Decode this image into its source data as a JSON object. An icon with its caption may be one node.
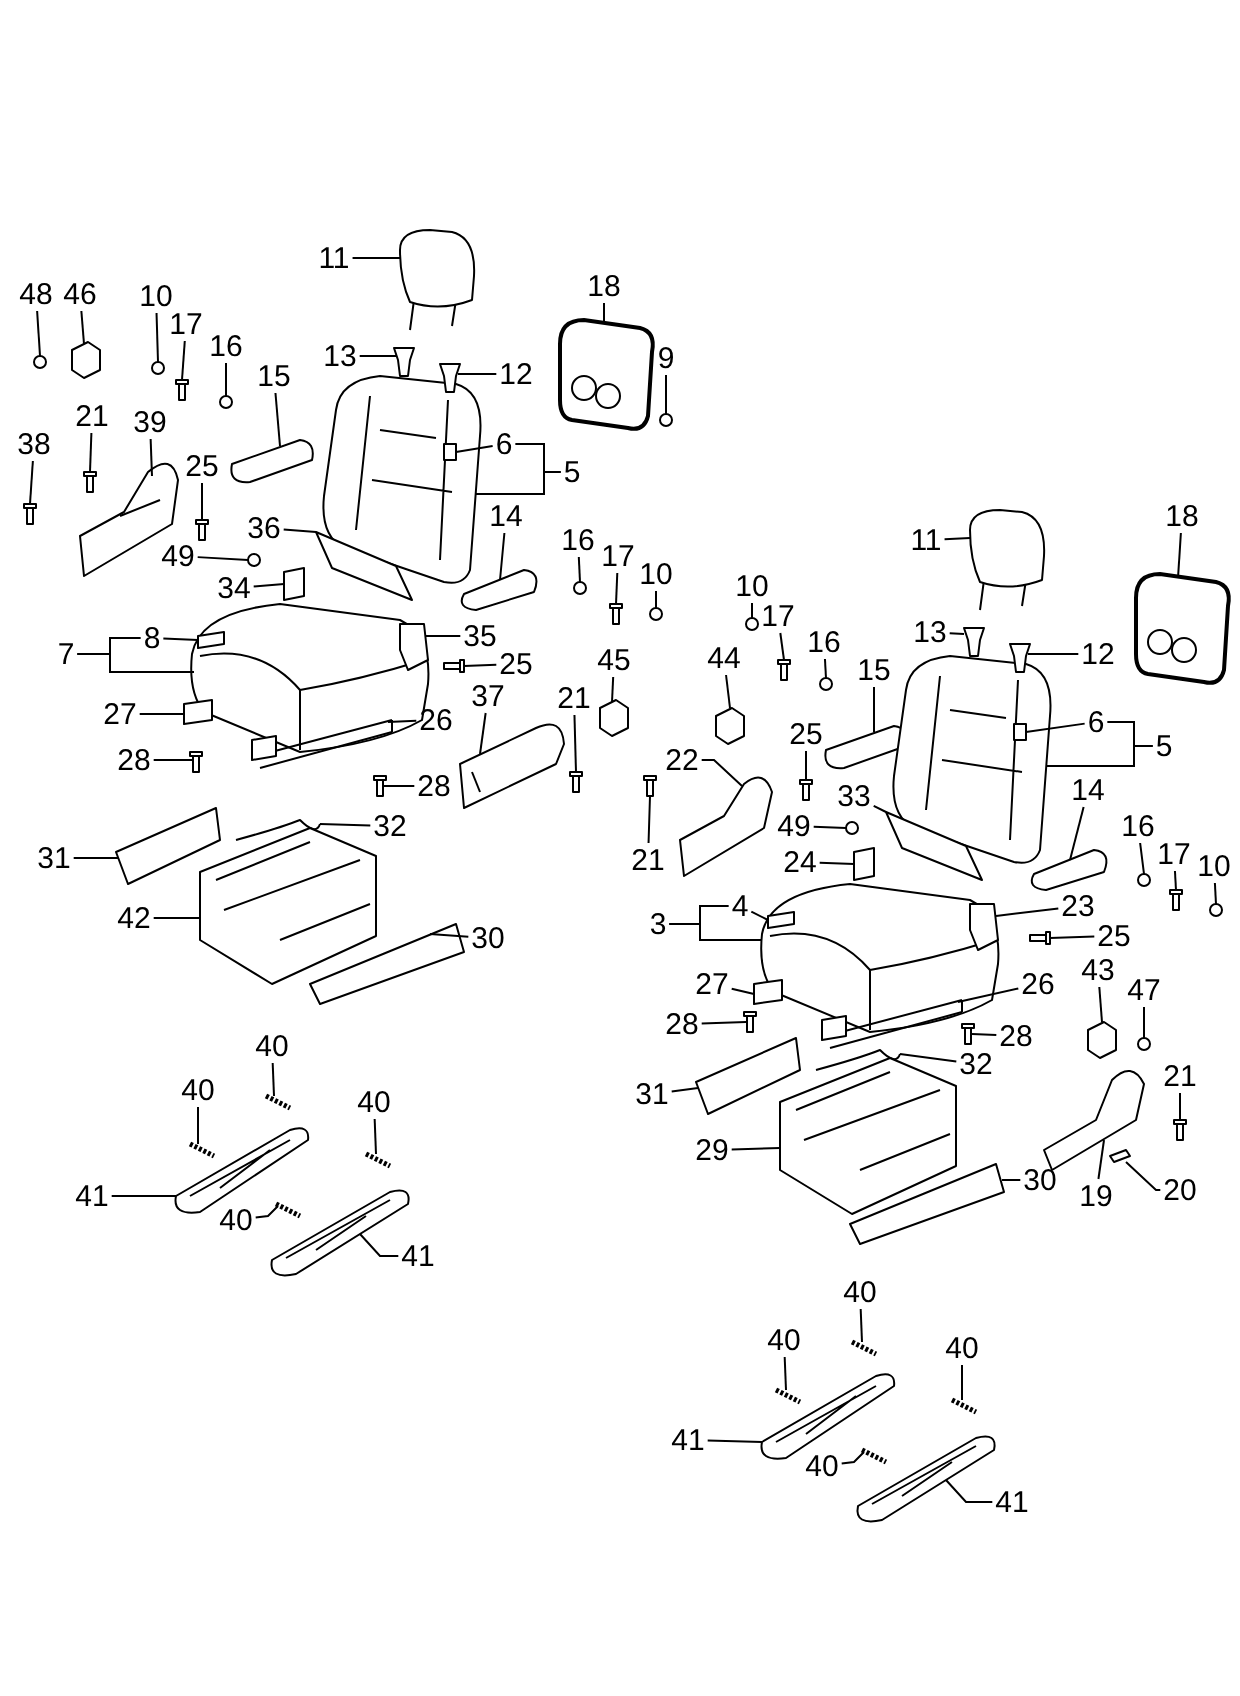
{
  "diagram": {
    "nodes": [
      {
        "text": [
          "48"
        ]
      },
      {
        "text": [
          "46"
        ]
      },
      {
        "text": [
          "10"
        ]
      },
      {
        "text": [
          "17"
        ]
      },
      {
        "text": [
          "16"
        ]
      },
      {
        "text": [
          "15"
        ]
      },
      {
        "text": [
          "11"
        ]
      },
      {
        "text": [
          "13"
        ]
      },
      {
        "text": [
          "12"
        ]
      },
      {
        "text": [
          "18"
        ]
      },
      {
        "text": [
          "9"
        ]
      },
      {
        "text": [
          "38"
        ]
      },
      {
        "text": [
          "21"
        ]
      },
      {
        "text": [
          "39"
        ]
      },
      {
        "text": [
          "25"
        ]
      },
      {
        "text": [
          "6"
        ]
      },
      {
        "text": [
          "5"
        ]
      },
      {
        "text": [
          "49"
        ]
      },
      {
        "text": [
          "36"
        ]
      },
      {
        "text": [
          "14"
        ]
      },
      {
        "text": [
          "16"
        ]
      },
      {
        "text": [
          "17"
        ]
      },
      {
        "text": [
          "10"
        ]
      },
      {
        "text": [
          "34"
        ]
      },
      {
        "text": [
          "7"
        ]
      },
      {
        "text": [
          "8"
        ]
      },
      {
        "text": [
          "35"
        ]
      },
      {
        "text": [
          "25"
        ]
      },
      {
        "text": [
          "45"
        ]
      },
      {
        "text": [
          "27"
        ]
      },
      {
        "text": [
          "26"
        ]
      },
      {
        "text": [
          "37"
        ]
      },
      {
        "text": [
          "21"
        ]
      },
      {
        "text": [
          "28"
        ]
      },
      {
        "text": [
          "28"
        ]
      },
      {
        "text": [
          "32"
        ]
      },
      {
        "text": [
          "31"
        ]
      },
      {
        "text": [
          "42"
        ]
      },
      {
        "text": [
          "30"
        ]
      },
      {
        "text": [
          "11"
        ]
      },
      {
        "text": [
          "18"
        ]
      },
      {
        "text": [
          "10"
        ]
      },
      {
        "text": [
          "17"
        ]
      },
      {
        "text": [
          "16"
        ]
      },
      {
        "text": [
          "13"
        ]
      },
      {
        "text": [
          "12"
        ]
      },
      {
        "text": [
          "44"
        ]
      },
      {
        "text": [
          "15"
        ]
      },
      {
        "text": [
          "6"
        ]
      },
      {
        "text": [
          "5"
        ]
      },
      {
        "text": [
          "22"
        ]
      },
      {
        "text": [
          "25"
        ]
      },
      {
        "text": [
          "33"
        ]
      },
      {
        "text": [
          "14"
        ]
      },
      {
        "text": [
          "49"
        ]
      },
      {
        "text": [
          "16"
        ]
      },
      {
        "text": [
          "17"
        ]
      },
      {
        "text": [
          "10"
        ]
      },
      {
        "text": [
          "24"
        ]
      },
      {
        "text": [
          "21"
        ]
      },
      {
        "text": [
          "3"
        ]
      },
      {
        "text": [
          "4"
        ]
      },
      {
        "text": [
          "23"
        ]
      },
      {
        "text": [
          "25"
        ]
      },
      {
        "text": [
          "27"
        ]
      },
      {
        "text": [
          "26"
        ]
      },
      {
        "text": [
          "43"
        ]
      },
      {
        "text": [
          "47"
        ]
      },
      {
        "text": [
          "28"
        ]
      },
      {
        "text": [
          "28"
        ]
      },
      {
        "text": [
          "31"
        ]
      },
      {
        "text": [
          "32"
        ]
      },
      {
        "text": [
          "21"
        ]
      },
      {
        "text": [
          "29"
        ]
      },
      {
        "text": [
          "30"
        ]
      },
      {
        "text": [
          "19"
        ]
      },
      {
        "text": [
          "20"
        ]
      },
      {
        "text": [
          "40"
        ]
      },
      {
        "text": [
          "40"
        ]
      },
      {
        "text": [
          "40"
        ]
      },
      {
        "text": [
          "41"
        ]
      },
      {
        "text": [
          "40"
        ]
      },
      {
        "text": [
          "41"
        ]
      },
      {
        "text": [
          "40"
        ]
      },
      {
        "text": [
          "40"
        ]
      },
      {
        "text": [
          "40"
        ]
      },
      {
        "text": [
          "41"
        ]
      },
      {
        "text": [
          "40"
        ]
      },
      {
        "text": [
          "41"
        ]
      },
      {
        "text": [],
        "shape": "circle"
      },
      {
        "text": [],
        "shape": "box"
      },
      {
        "text": [],
        "shape": "circle"
      },
      {
        "text": [],
        "shape": "bar"
      },
      {
        "text": [],
        "shape": "circle"
      },
      {
        "text": [],
        "shape": "box"
      },
      {
        "text": [],
        "shape": "box"
      },
      {
        "text": [],
        "shape": "box"
      },
      {
        "text": [],
        "shape": "box"
      },
      {
        "text": [],
        "shape": "box"
      },
      {
        "text": [],
        "shape": "circle"
      },
      {
        "text": [],
        "shape": "bar"
      },
      {
        "text": [],
        "shape": "bar"
      },
      {
        "text": [],
        "shape": "box"
      },
      {
        "text": [],
        "shape": "bar"
      },
      {
        "text": [],
        "shape": "box"
      },
      {
        "text": [],
        "shape": "box",
        "in": 104
      },
      {
        "text": [],
        "shape": "circle"
      },
      {
        "text": [],
        "shape": "box"
      },
      {
        "text": [],
        "shape": "box"
      },
      {
        "text": [],
        "shape": "circle"
      },
      {
        "text": [],
        "shape": "bar"
      },
      {
        "text": [],
        "shape": "circle"
      },
      {
        "text": [],
        "shape": "box"
      },
      {
        "text": [],
        "shape": "box"
      },
      {
        "text": [],
        "shape": "box",
        "in": 113
      },
      {
        "text": [],
        "shape": "box",
        "in": 113
      },
      {
        "text": [],
        "shape": "bar"
      },
      {
        "text": [],
        "shape": "box"
      },
      {
        "text": [],
        "shape": "box"
      },
      {
        "text": [],
        "shape": "box"
      },
      {
        "text": [],
        "shape": "box"
      },
      {
        "text": [],
        "shape": "bar"
      },
      {
        "text": [],
        "shape": "bar"
      },
      {
        "text": [],
        "shape": "bar"
      },
      {
        "text": [],
        "shape": "box"
      },
      {
        "text": [],
        "shape": "box"
      },
      {
        "text": [],
        "shape": "box"
      },
      {
        "text": [],
        "shape": "box"
      },
      {
        "text": [],
        "shape": "box"
      },
      {
        "text": [],
        "shape": "box"
      },
      {
        "text": [],
        "shape": "circle"
      },
      {
        "text": [],
        "shape": "bar"
      },
      {
        "text": [],
        "shape": "circle"
      },
      {
        "text": [],
        "shape": "box"
      },
      {
        "text": [],
        "shape": "box"
      },
      {
        "text": [],
        "shape": "box"
      },
      {
        "text": [],
        "shape": "box"
      },
      {
        "text": [],
        "shape": "box"
      },
      {
        "text": [],
        "shape": "box",
        "in": 137
      },
      {
        "text": [],
        "shape": "box"
      },
      {
        "text": [],
        "shape": "bar"
      },
      {
        "text": [],
        "shape": "box"
      },
      {
        "text": [],
        "shape": "box"
      },
      {
        "text": [],
        "shape": "circle"
      },
      {
        "text": [],
        "shape": "circle"
      },
      {
        "text": [],
        "shape": "bar"
      },
      {
        "text": [],
        "shape": "circle"
      },
      {
        "text": [],
        "shape": "box"
      },
      {
        "text": [],
        "shape": "bar"
      },
      {
        "text": [],
        "shape": "box"
      },
      {
        "text": [],
        "shape": "box",
        "in": 149
      },
      {
        "text": [],
        "shape": "box",
        "in": 149
      },
      {
        "text": [],
        "shape": "bar"
      },
      {
        "text": [],
        "shape": "box"
      },
      {
        "text": [],
        "shape": "box"
      },
      {
        "text": [],
        "shape": "box"
      },
      {
        "text": [],
        "shape": "circle"
      },
      {
        "text": [],
        "shape": "bar"
      },
      {
        "text": [],
        "shape": "bar"
      },
      {
        "text": [],
        "shape": "box"
      },
      {
        "text": [],
        "shape": "box"
      },
      {
        "text": [],
        "shape": "bar"
      },
      {
        "text": [],
        "shape": "box"
      },
      {
        "text": [],
        "shape": "box"
      },
      {
        "text": [],
        "shape": "box"
      },
      {
        "text": [],
        "shape": "bar"
      },
      {
        "text": [],
        "shape": "bar"
      },
      {
        "text": [],
        "shape": "bar"
      },
      {
        "text": [],
        "shape": "bar"
      },
      {
        "text": [],
        "shape": "box"
      },
      {
        "text": [],
        "shape": "bar"
      },
      {
        "text": [],
        "shape": "box"
      },
      {
        "text": [],
        "shape": "bar"
      },
      {
        "text": [],
        "shape": "bar"
      },
      {
        "text": [],
        "shape": "bar"
      },
      {
        "text": [],
        "shape": "box"
      },
      {
        "text": [],
        "shape": "bar"
      },
      {
        "text": [],
        "shape": "box"
      }
    ],
    "edges": [
      {
        "from": 0,
        "to": 89,
        "arrow": "none"
      },
      {
        "from": 1,
        "to": 90,
        "arrow": "none"
      },
      {
        "from": 2,
        "to": 91,
        "arrow": "none"
      },
      {
        "from": 3,
        "to": 92,
        "arrow": "none"
      },
      {
        "from": 4,
        "to": 93,
        "arrow": "none"
      },
      {
        "from": 5,
        "to": 94,
        "arrow": "none"
      },
      {
        "from": 6,
        "to": 95,
        "arrow": "none"
      },
      {
        "from": 7,
        "to": 96,
        "arrow": "none"
      },
      {
        "from": 8,
        "to": 97,
        "arrow": "none"
      },
      {
        "from": 9,
        "to": 98,
        "arrow": "none"
      },
      {
        "from": 10,
        "to": 99,
        "arrow": "none"
      },
      {
        "from": 11,
        "to": 100,
        "arrow": "none"
      },
      {
        "from": 12,
        "to": 101,
        "arrow": "none"
      },
      {
        "from": 13,
        "to": 102,
        "arrow": "none"
      },
      {
        "from": 14,
        "to": 103,
        "arrow": "none"
      },
      {
        "from": 15,
        "to": 105,
        "arrow": "none"
      },
      {
        "from": 16,
        "to": 104,
        "arrow": "none"
      },
      {
        "from": 17,
        "to": 106,
        "arrow": "none"
      },
      {
        "from": 18,
        "to": 107,
        "arrow": "none"
      },
      {
        "from": 19,
        "to": 108,
        "arrow": "none"
      },
      {
        "from": 20,
        "to": 109,
        "arrow": "none"
      },
      {
        "from": 21,
        "to": 110,
        "arrow": "none"
      },
      {
        "from": 22,
        "to": 111,
        "arrow": "none"
      },
      {
        "from": 23,
        "to": 112,
        "arrow": "none"
      },
      {
        "from": 24,
        "to": 113,
        "arrow": "none"
      },
      {
        "from": 25,
        "to": 114,
        "arrow": "none"
      },
      {
        "from": 26,
        "to": 115,
        "arrow": "none"
      },
      {
        "from": 27,
        "to": 116,
        "arrow": "none"
      },
      {
        "from": 28,
        "to": 117,
        "arrow": "none"
      },
      {
        "from": 29,
        "to": 118,
        "arrow": "none"
      },
      {
        "from": 30,
        "to": 119,
        "arrow": "none"
      },
      {
        "from": 31,
        "to": 120,
        "arrow": "none"
      },
      {
        "from": 32,
        "to": 121,
        "arrow": "none"
      },
      {
        "from": 33,
        "to": 122,
        "arrow": "none"
      },
      {
        "from": 34,
        "to": 123,
        "arrow": "none"
      },
      {
        "from": 35,
        "to": 124,
        "arrow": "none"
      },
      {
        "from": 36,
        "to": 125,
        "arrow": "none"
      },
      {
        "from": 37,
        "to": 126,
        "arrow": "none"
      },
      {
        "from": 38,
        "to": 127,
        "arrow": "none"
      },
      {
        "from": 39,
        "to": 128,
        "arrow": "none"
      },
      {
        "from": 40,
        "to": 129,
        "arrow": "none"
      },
      {
        "from": 41,
        "to": 130,
        "arrow": "none"
      },
      {
        "from": 42,
        "to": 131,
        "arrow": "none"
      },
      {
        "from": 43,
        "to": 132,
        "arrow": "none"
      },
      {
        "from": 44,
        "to": 133,
        "arrow": "none"
      },
      {
        "from": 45,
        "to": 134,
        "arrow": "none"
      },
      {
        "from": 46,
        "to": 135,
        "arrow": "none"
      },
      {
        "from": 47,
        "to": 136,
        "arrow": "none"
      },
      {
        "from": 48,
        "to": 138,
        "arrow": "none"
      },
      {
        "from": 49,
        "to": 137,
        "arrow": "none"
      },
      {
        "from": 50,
        "to": 139,
        "arrow": "none"
      },
      {
        "from": 51,
        "to": 140,
        "arrow": "none"
      },
      {
        "from": 52,
        "to": 141,
        "arrow": "none"
      },
      {
        "from": 53,
        "to": 142,
        "arrow": "none"
      },
      {
        "from": 54,
        "to": 143,
        "arrow": "none"
      },
      {
        "from": 55,
        "to": 144,
        "arrow": "none"
      },
      {
        "from": 56,
        "to": 145,
        "arrow": "none"
      },
      {
        "from": 57,
        "to": 146,
        "arrow": "none"
      },
      {
        "from": 58,
        "to": 147,
        "arrow": "none"
      },
      {
        "from": 59,
        "to": 148,
        "arrow": "none"
      },
      {
        "from": 60,
        "to": 149,
        "arrow": "none"
      },
      {
        "from": 61,
        "to": 150,
        "arrow": "none"
      },
      {
        "from": 62,
        "to": 151,
        "arrow": "none"
      },
      {
        "from": 63,
        "to": 152,
        "arrow": "none"
      },
      {
        "from": 64,
        "to": 153,
        "arrow": "none"
      },
      {
        "from": 65,
        "to": 154,
        "arrow": "none"
      },
      {
        "from": 66,
        "to": 155,
        "arrow": "none"
      },
      {
        "from": 67,
        "to": 156,
        "arrow": "none"
      },
      {
        "from": 68,
        "to": 157,
        "arrow": "none"
      },
      {
        "from": 69,
        "to": 158,
        "arrow": "none"
      },
      {
        "from": 70,
        "to": 159,
        "arrow": "none"
      },
      {
        "from": 71,
        "to": 160,
        "arrow": "none"
      },
      {
        "from": 72,
        "to": 161,
        "arrow": "none"
      },
      {
        "from": 73,
        "to": 162,
        "arrow": "none"
      },
      {
        "from": 74,
        "to": 163,
        "arrow": "none"
      },
      {
        "from": 75,
        "to": 164,
        "arrow": "none"
      },
      {
        "from": 76,
        "to": 165,
        "arrow": "none"
      },
      {
        "from": 77,
        "to": 166,
        "arrow": "none"
      },
      {
        "from": 78,
        "to": 167,
        "arrow": "none"
      },
      {
        "from": 79,
        "to": 168,
        "arrow": "none"
      },
      {
        "from": 80,
        "to": 169,
        "arrow": "none"
      },
      {
        "from": 81,
        "to": 170,
        "arrow": "none"
      },
      {
        "from": 82,
        "to": 171,
        "arrow": "none"
      },
      {
        "from": 83,
        "to": 172,
        "arrow": "none"
      },
      {
        "from": 84,
        "to": 173,
        "arrow": "none"
      },
      {
        "from": 85,
        "to": 174,
        "arrow": "none"
      },
      {
        "from": 86,
        "to": 175,
        "arrow": "none"
      },
      {
        "from": 87,
        "to": 176,
        "arrow": "none"
      },
      {
        "from": 88,
        "to": 177,
        "arrow": "none"
      },
      {
        "from": 16,
        "to": 15,
        "arrow": "none"
      },
      {
        "from": 24,
        "to": 25,
        "arrow": "none"
      },
      {
        "from": 49,
        "to": 48,
        "arrow": "none"
      },
      {
        "from": 60,
        "to": 61,
        "arrow": "none"
      }
    ]
  }
}
